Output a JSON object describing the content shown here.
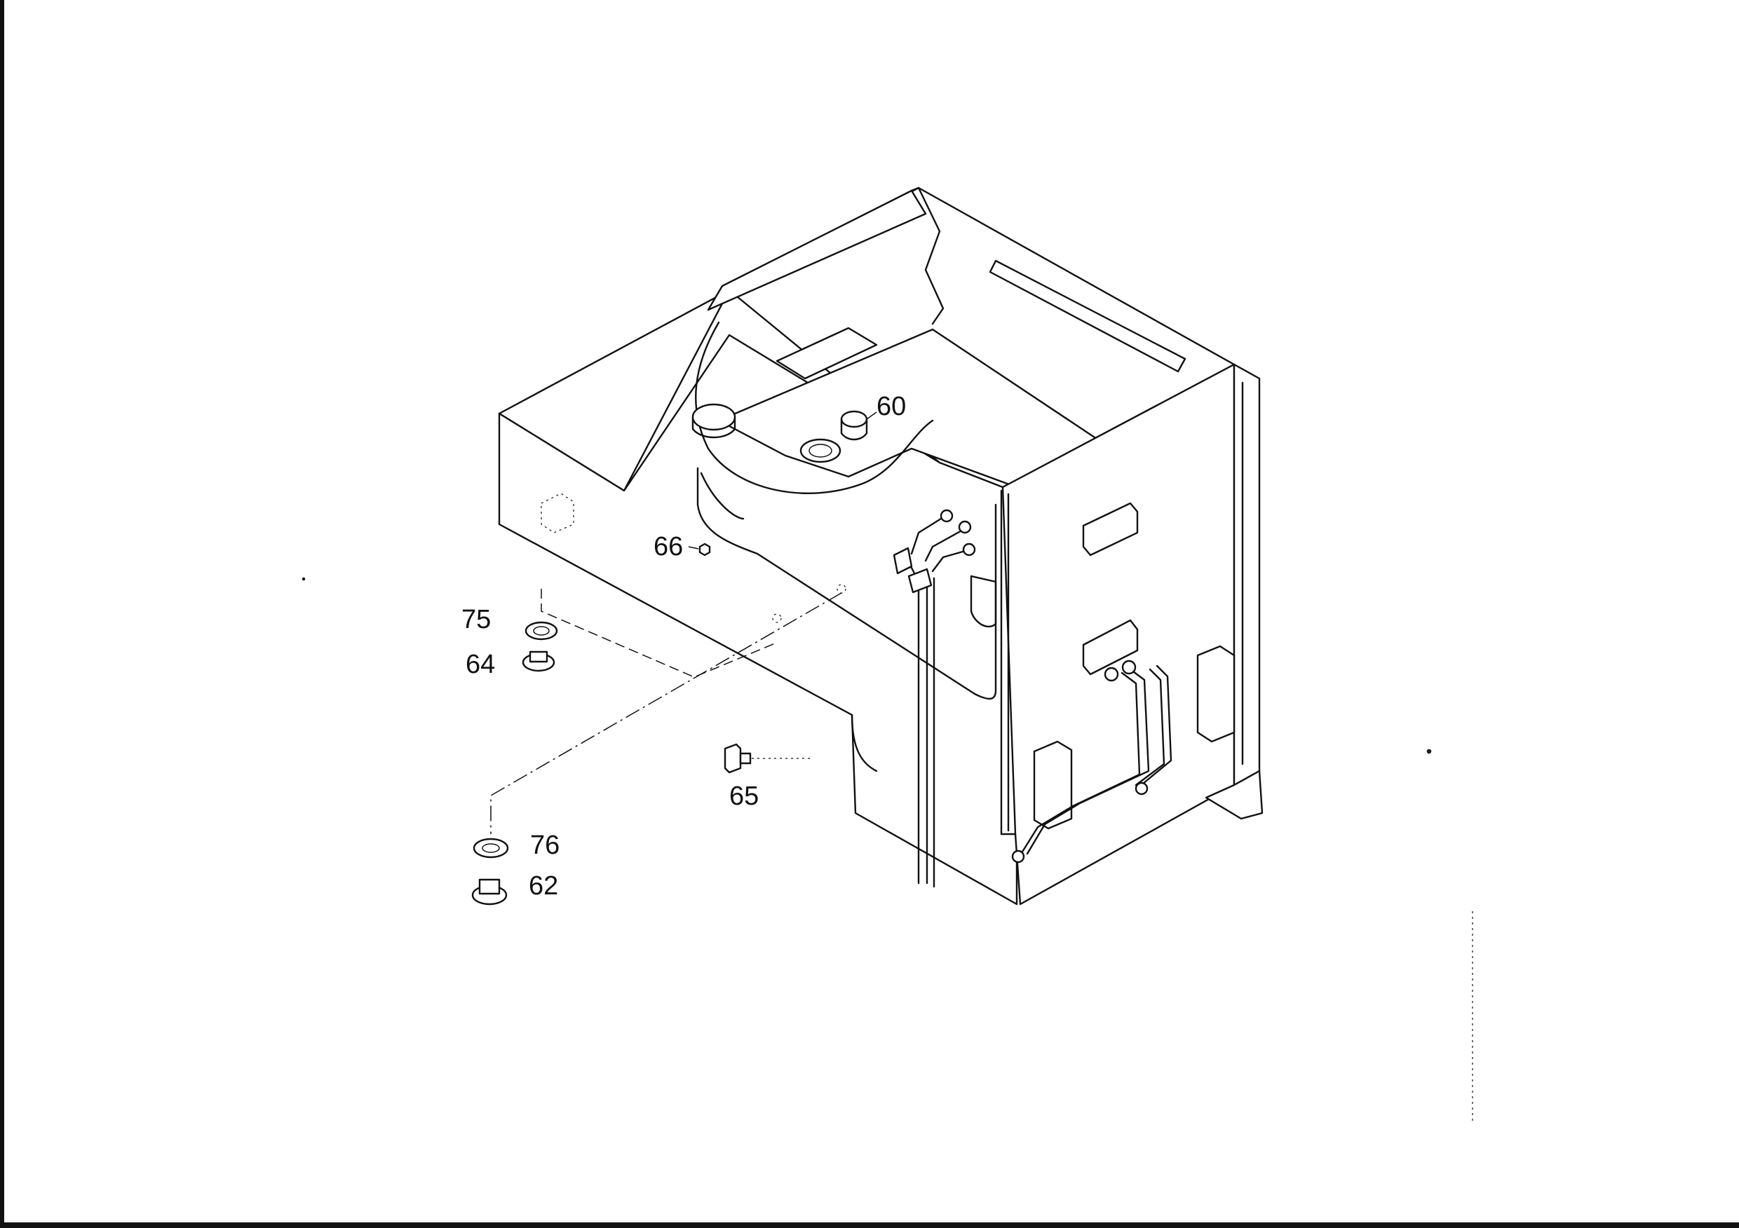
{
  "callouts": {
    "c60": "60",
    "c66": "66",
    "c75": "75",
    "c64": "64",
    "c65": "65",
    "c76": "76",
    "c62": "62"
  }
}
